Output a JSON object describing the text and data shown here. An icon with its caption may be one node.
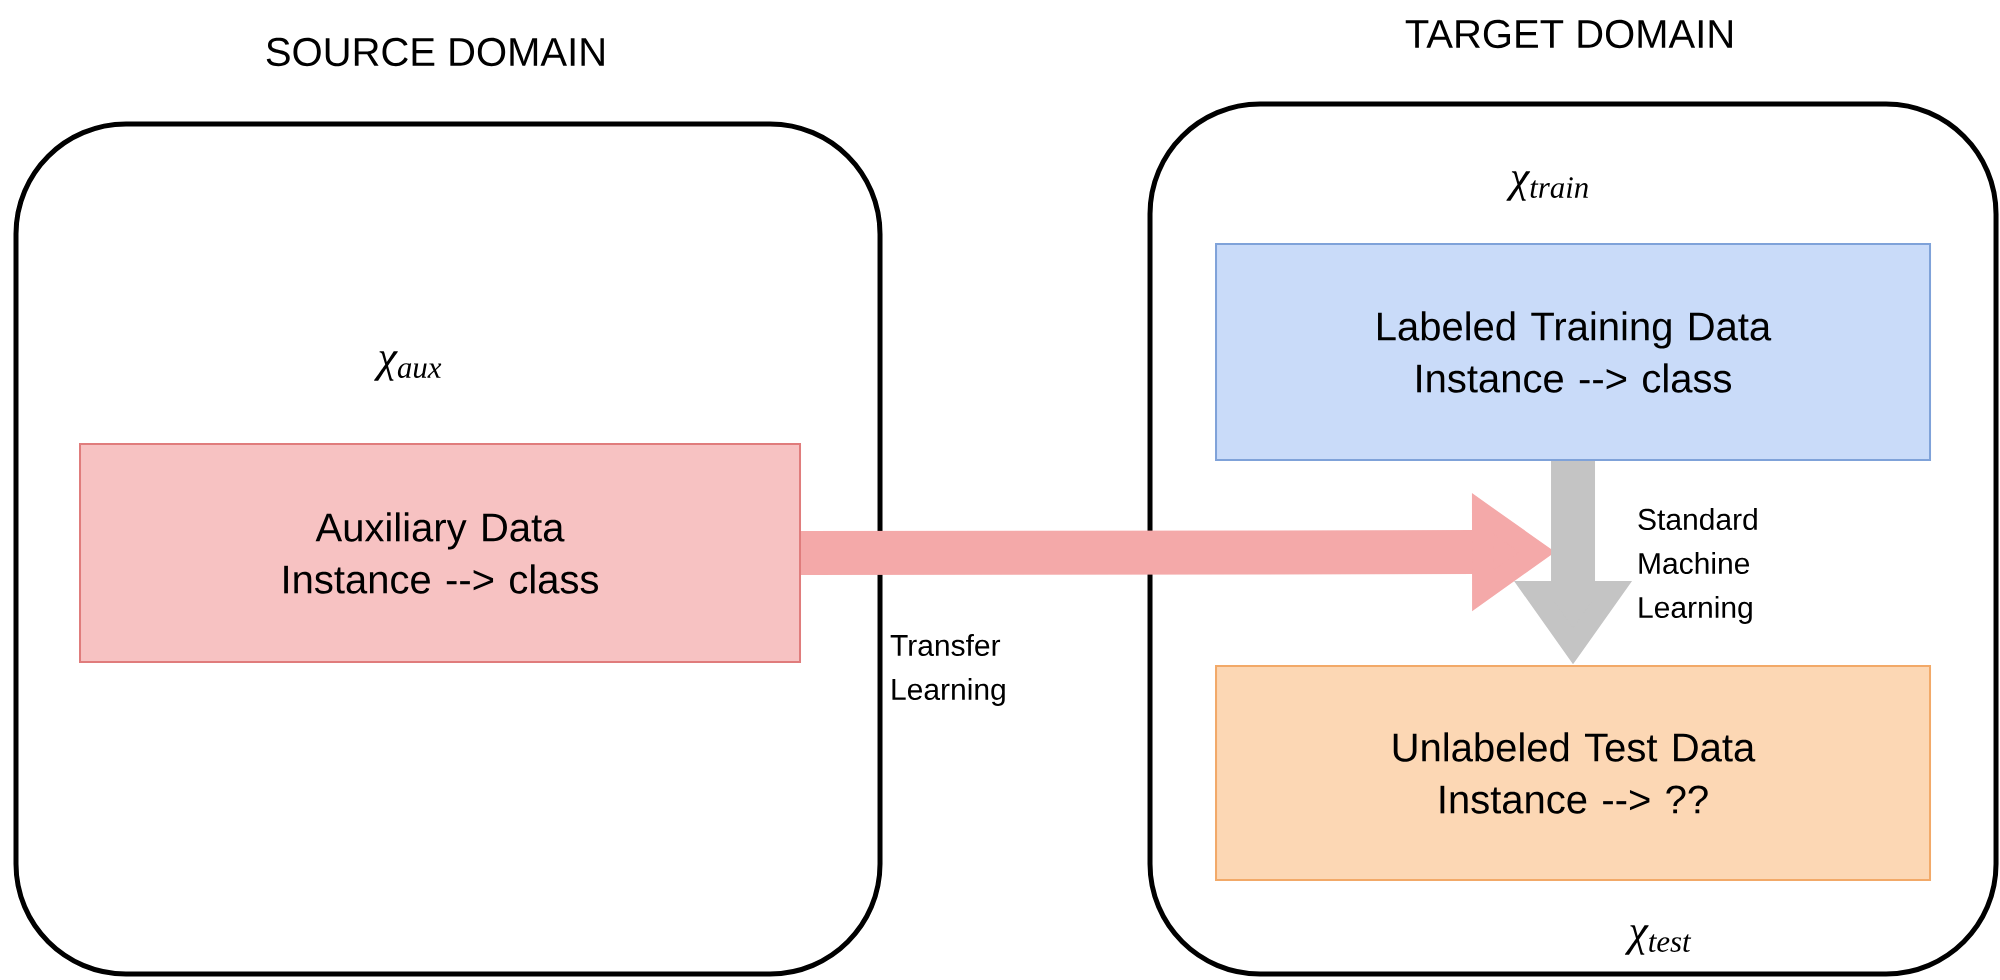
{
  "diagram": {
    "nodes": [
      {
        "text": [
          "SOURCE DOMAIN",
          "χ$_{aux}$"
        ]
      },
      {
        "text": [
          "Auxiliary Data Instance --> class"
        ],
        "in": 0
      },
      {
        "text": [
          "TARGET DOMAIN",
          "χ$_{train}$",
          "χ$_{test}$"
        ]
      },
      {
        "text": [
          "Labeled Training Data Instance --> class"
        ],
        "in": 2
      },
      {
        "text": [
          "Unlabeled Test Data Instance --> ??"
        ],
        "in": 2
      }
    ],
    "edges": [
      {
        "from": 1,
        "to": null,
        "arrow": "to",
        "label": "Transfer Learning",
        "color": "#f4a9a9"
      },
      {
        "from": 3,
        "to": 4,
        "arrow": "to",
        "label": "Standard Machine Learning",
        "color": "#c4c4c4"
      }
    ]
  }
}
